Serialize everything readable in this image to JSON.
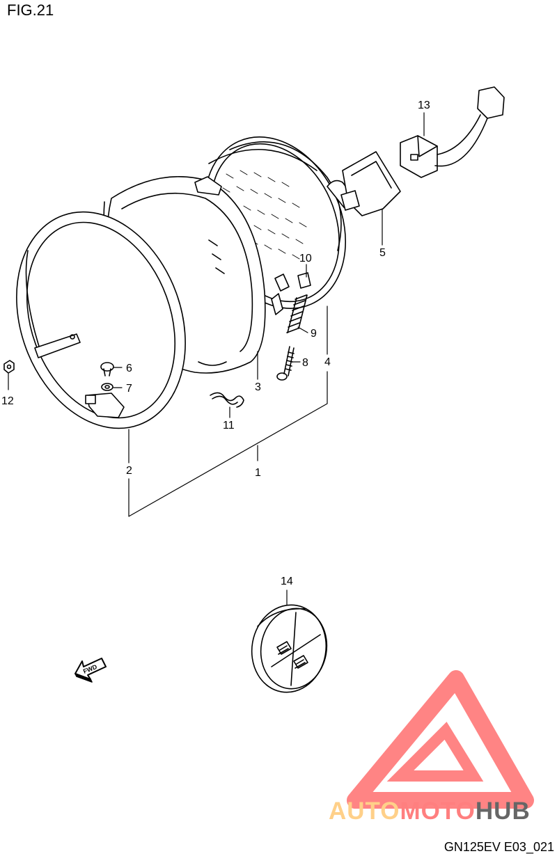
{
  "figure": {
    "title": "FIG.21",
    "code": "GN125EV E03_021"
  },
  "parts": [
    {
      "id": "part-1",
      "label": "1"
    },
    {
      "id": "part-2",
      "label": "2"
    },
    {
      "id": "part-3",
      "label": "3"
    },
    {
      "id": "part-4",
      "label": "4"
    },
    {
      "id": "part-5",
      "label": "5"
    },
    {
      "id": "part-6",
      "label": "6"
    },
    {
      "id": "part-7",
      "label": "7"
    },
    {
      "id": "part-8",
      "label": "8"
    },
    {
      "id": "part-9",
      "label": "9"
    },
    {
      "id": "part-10",
      "label": "10"
    },
    {
      "id": "part-11",
      "label": "11"
    },
    {
      "id": "part-12",
      "label": "12"
    },
    {
      "id": "part-13",
      "label": "13"
    },
    {
      "id": "part-14",
      "label": "14"
    }
  ],
  "direction_arrow": {
    "label": "FWD"
  },
  "watermark": {
    "part1": "AUTO",
    "part2": "MOTO",
    "part3": "HUB",
    "color_light": "#ffd089",
    "color_accent": "#ff6f6f",
    "color_dark": "#555555"
  }
}
